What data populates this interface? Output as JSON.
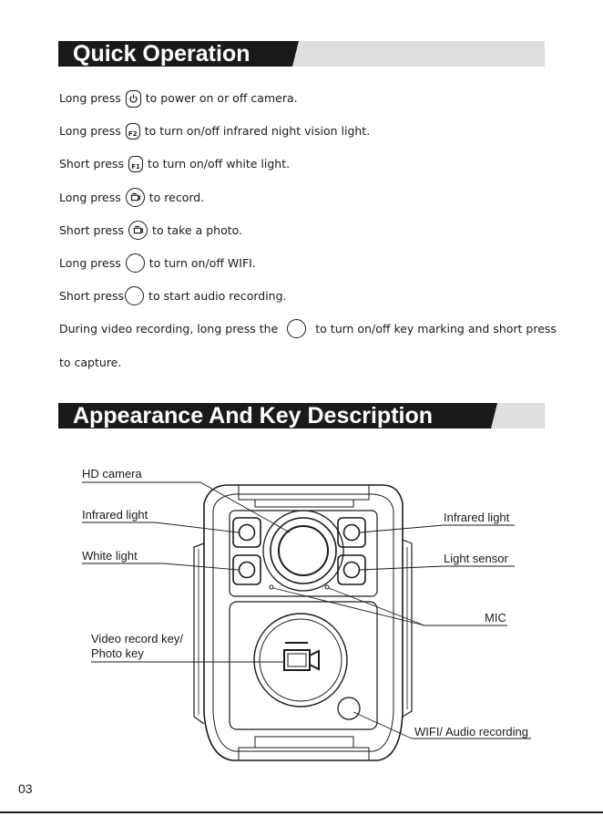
{
  "section1": {
    "title": "Quick Operation"
  },
  "instructions": [
    {
      "pre": "Long press",
      "icon": "power-icon",
      "post": "to power on or off camera."
    },
    {
      "pre": "Long press",
      "icon": "f2-key-icon",
      "icon_text": "F2",
      "post": "to turn on/off infrared night vision light."
    },
    {
      "pre": "Short press",
      "icon": "f1-key-icon",
      "icon_text": "F1",
      "post": "to turn on/off white light."
    },
    {
      "pre": "Long press",
      "icon": "record-key-icon",
      "post": "to record."
    },
    {
      "pre": "Short press",
      "icon": "record-key-icon",
      "post": "to take a photo."
    },
    {
      "pre": "Long press",
      "icon": "round-key-icon",
      "post": "to turn on/off WIFI."
    },
    {
      "pre": "Short press",
      "icon": "round-key-icon",
      "post": "to start audio recording."
    },
    {
      "pre": "During video recording, long press the",
      "icon": "round-key-icon",
      "post": "to turn on/off key marking and short press"
    }
  ],
  "instruction_continuation": "to capture.",
  "section2": {
    "title": "Appearance And Key Description"
  },
  "labels": {
    "hd_camera": "HD  camera",
    "infrared_left": "Infrared light",
    "white_light": "White  light",
    "video_key_line1": "Video record key/",
    "video_key_line2": "Photo key",
    "infrared_right": "Infrared light",
    "light_sensor": "Light sensor",
    "mic": "MIC",
    "wifi_audio": "WIFI/ Audio recording"
  },
  "page_number": "03"
}
